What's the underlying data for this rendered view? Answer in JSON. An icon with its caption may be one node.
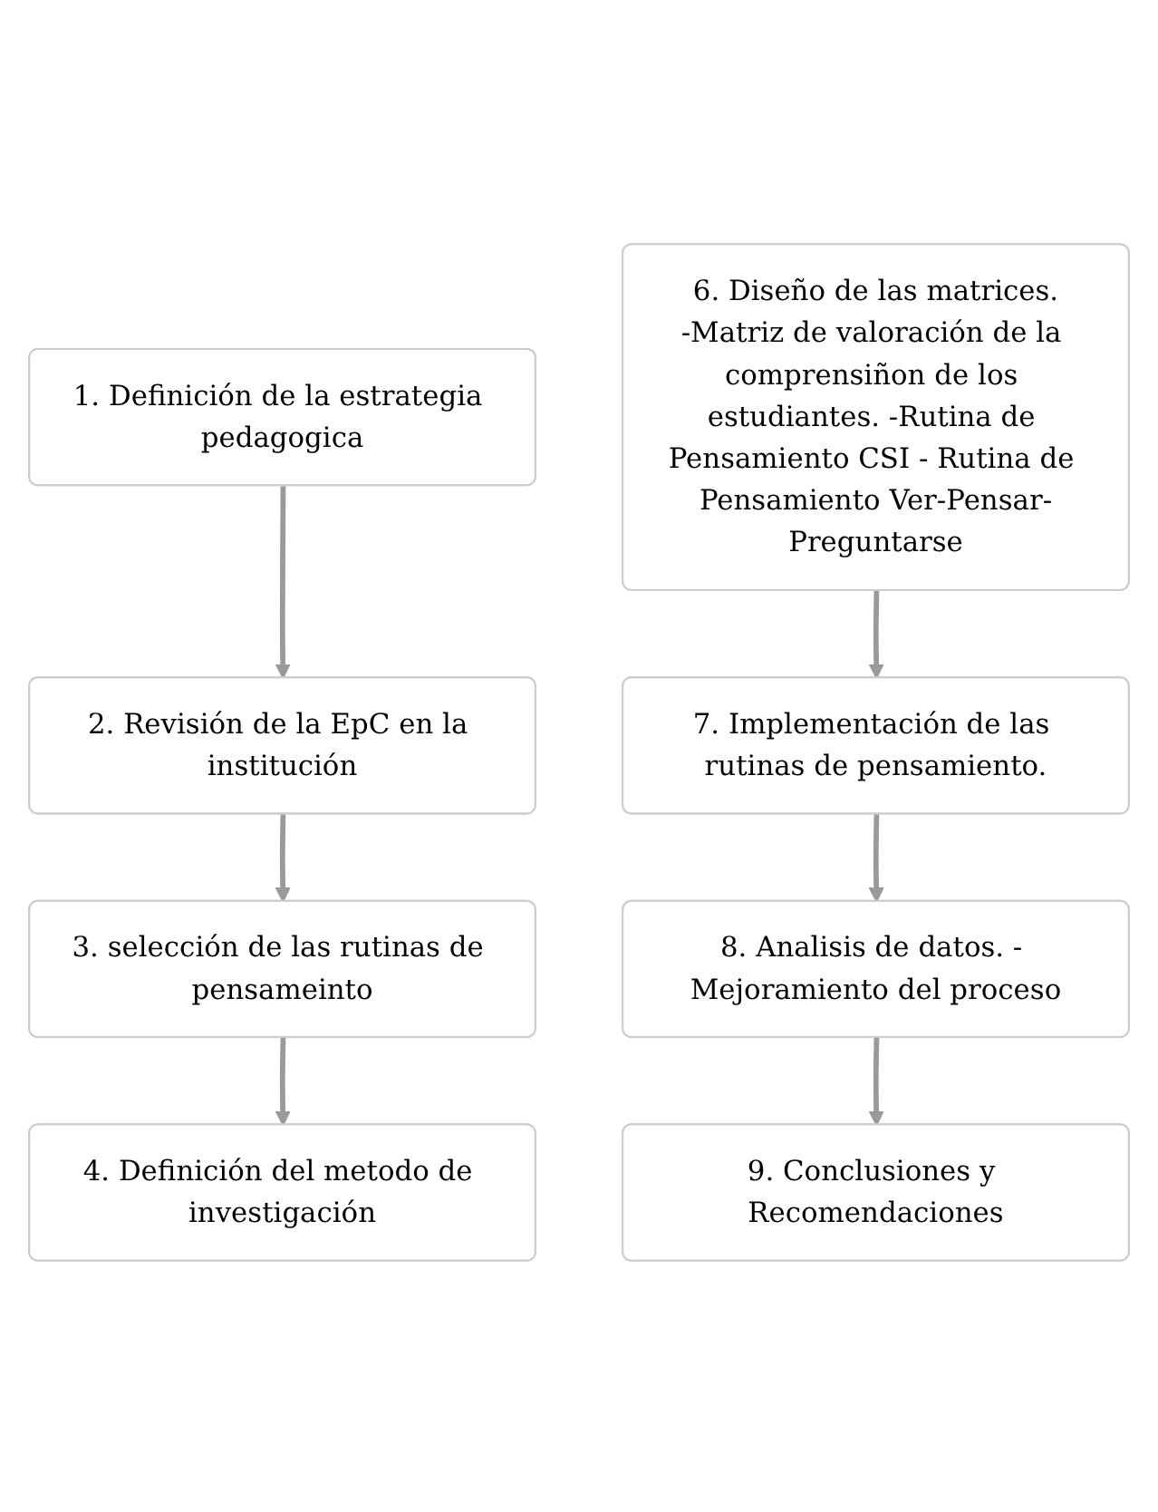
{
  "diagram": {
    "nodes": [
      {
        "text": [
          "1. Definición de la estrategia pedagogica"
        ]
      },
      {
        "text": [
          "2. Revisión de la EpC en la institución"
        ]
      },
      {
        "text": [
          "3. selección de las rutinas de pensameinto"
        ]
      },
      {
        "text": [
          "4. Definición del metodo de investigación"
        ]
      },
      {
        "text": [
          "6. Diseño de las matrices.",
          "-Matriz de valoración de la comprensiñon de los estudiantes. -Rutina de Pensamiento CSI - Rutina de Pensamiento Ver-Pensar-Preguntarse"
        ]
      },
      {
        "text": [
          "7. Implementación de las rutinas de pensamiento."
        ]
      },
      {
        "text": [
          "8. Analisis de datos. - Mejoramiento del proceso"
        ]
      },
      {
        "text": [
          "9. Conclusiones y Recomendaciones"
        ]
      }
    ],
    "edges": [
      {
        "from": 0,
        "to": 1,
        "arrow": "to"
      },
      {
        "from": 1,
        "to": 2,
        "arrow": "to"
      },
      {
        "from": 2,
        "to": 3,
        "arrow": "to"
      },
      {
        "from": 4,
        "to": 5,
        "arrow": "to"
      },
      {
        "from": 5,
        "to": 6,
        "arrow": "to"
      },
      {
        "from": 6,
        "to": 7,
        "arrow": "to"
      }
    ]
  }
}
